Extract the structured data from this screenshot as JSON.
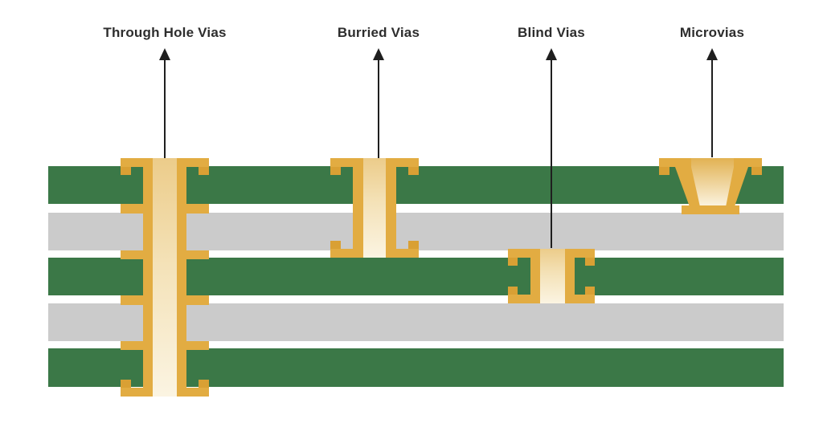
{
  "diagram": {
    "title": "PCB via types cross-section",
    "labels": [
      {
        "id": "through",
        "text": "Through Hole Vias"
      },
      {
        "id": "buried",
        "text": "Burried Vias"
      },
      {
        "id": "blind",
        "text": "Blind Vias"
      },
      {
        "id": "micro",
        "text": "Microvias"
      }
    ],
    "layer_stack": [
      "copper-green",
      "substrate-gray",
      "copper-green",
      "substrate-gray",
      "copper-green"
    ],
    "colors": {
      "background": "#FFFFFF",
      "board_green": "#3B7847",
      "substrate_gray": "#CBCBCB",
      "copper_gold": "#E2AC42",
      "copper_gold_dark": "#D9A034",
      "via_fill_top": "#ECCC8A",
      "via_fill_mid": "#F4E2B8",
      "via_fill_bottom": "#FBF4E2",
      "micro_fill_top": "#E2B253",
      "arrow_black": "#1F1F1F",
      "label_text": "#2D2D2D"
    }
  }
}
